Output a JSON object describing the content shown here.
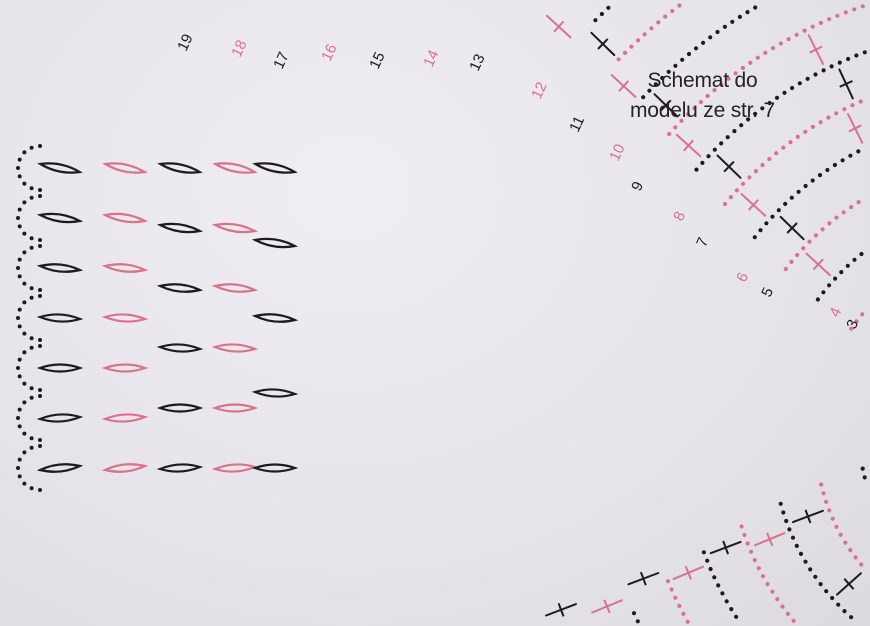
{
  "caption": {
    "line1": "Schemat do",
    "line2": "modelu ze str. 7"
  },
  "colors": {
    "paper": "#e8e6ec",
    "black_rows": "#1e1b1f",
    "pink_rows": "#d9728c",
    "caption_text": "#262227"
  },
  "row_numbers": [
    {
      "label": "3",
      "color": "black"
    },
    {
      "label": "4",
      "color": "pink"
    },
    {
      "label": "5",
      "color": "black"
    },
    {
      "label": "6",
      "color": "pink"
    },
    {
      "label": "7",
      "color": "black"
    },
    {
      "label": "8",
      "color": "pink"
    },
    {
      "label": "9",
      "color": "black"
    },
    {
      "label": "10",
      "color": "pink"
    },
    {
      "label": "11",
      "color": "black"
    },
    {
      "label": "12",
      "color": "pink"
    },
    {
      "label": "13",
      "color": "black"
    },
    {
      "label": "14",
      "color": "pink"
    },
    {
      "label": "15",
      "color": "black"
    },
    {
      "label": "16",
      "color": "pink"
    },
    {
      "label": "17",
      "color": "black"
    },
    {
      "label": "18",
      "color": "pink"
    },
    {
      "label": "19",
      "color": "black"
    }
  ]
}
